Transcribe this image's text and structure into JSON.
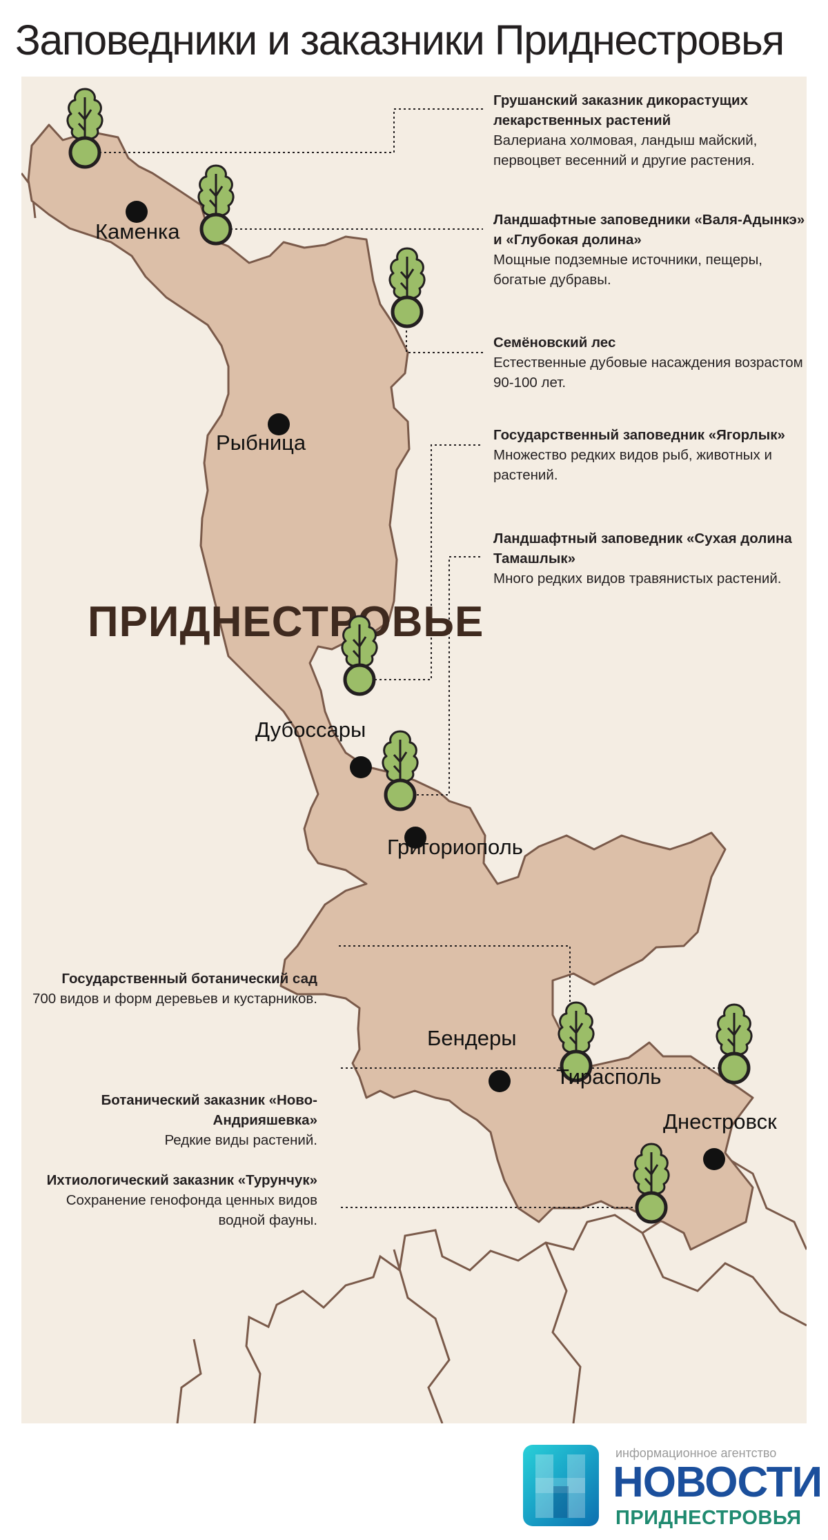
{
  "title": "Заповедники и заказники Приднестровья",
  "region_label": "ПРИДНЕСТРОВЬЕ",
  "colors": {
    "map_background": "#f4ede3",
    "territory_fill": "#dcbfa8",
    "border": "#7a5a4a",
    "marker_fill": "#9bbd68",
    "marker_stroke": "#231f20",
    "city_dot": "#111111",
    "logo_blue": "#1b4f9c",
    "logo_green": "#1f8a70"
  },
  "icons": {
    "reserve_marker": "tree-icon",
    "city_marker": "city-dot-icon"
  },
  "cities": [
    {
      "name": "Каменка"
    },
    {
      "name": "Рыбница"
    },
    {
      "name": "Дубоссары"
    },
    {
      "name": "Григориополь"
    },
    {
      "name": "Бендеры"
    },
    {
      "name": "Тирасполь"
    },
    {
      "name": "Днестровск"
    }
  ],
  "callouts": [
    {
      "title": "Грушанский заказник дикорастущих лекарственных растений",
      "description": "Валериана холмовая, ландыш майский, первоцвет весенний и другие растения."
    },
    {
      "title": "Ландшафтные заповедники «Валя-Адынкэ» и «Глубокая долина»",
      "description": "Мощные подземные источники, пещеры, богатые дубравы."
    },
    {
      "title": "Семёновский лес",
      "description": "Естественные дубовые насаждения возрастом 90-100 лет."
    },
    {
      "title": "Государственный заповедник «Ягорлык»",
      "description": "Множество редких видов рыб, животных и растений."
    },
    {
      "title": "Ландшафтный заповедник «Сухая долина Тамашлык»",
      "description": "Много редких видов травянистых растений."
    },
    {
      "title": "Государственный ботанический сад",
      "description": "700 видов и форм деревьев и кустарников."
    },
    {
      "title": "Ботанический заказник «Ново-Андрияшевка»",
      "description": "Редкие виды растений."
    },
    {
      "title": "Ихтиологический заказник «Турунчук»",
      "description": "Сохранение генофонда ценных видов водной фауны."
    }
  ],
  "logo": {
    "subtitle": "информационное агентство",
    "name": "НОВОСТИ",
    "region": "ПРИДНЕСТРОВЬЯ"
  }
}
